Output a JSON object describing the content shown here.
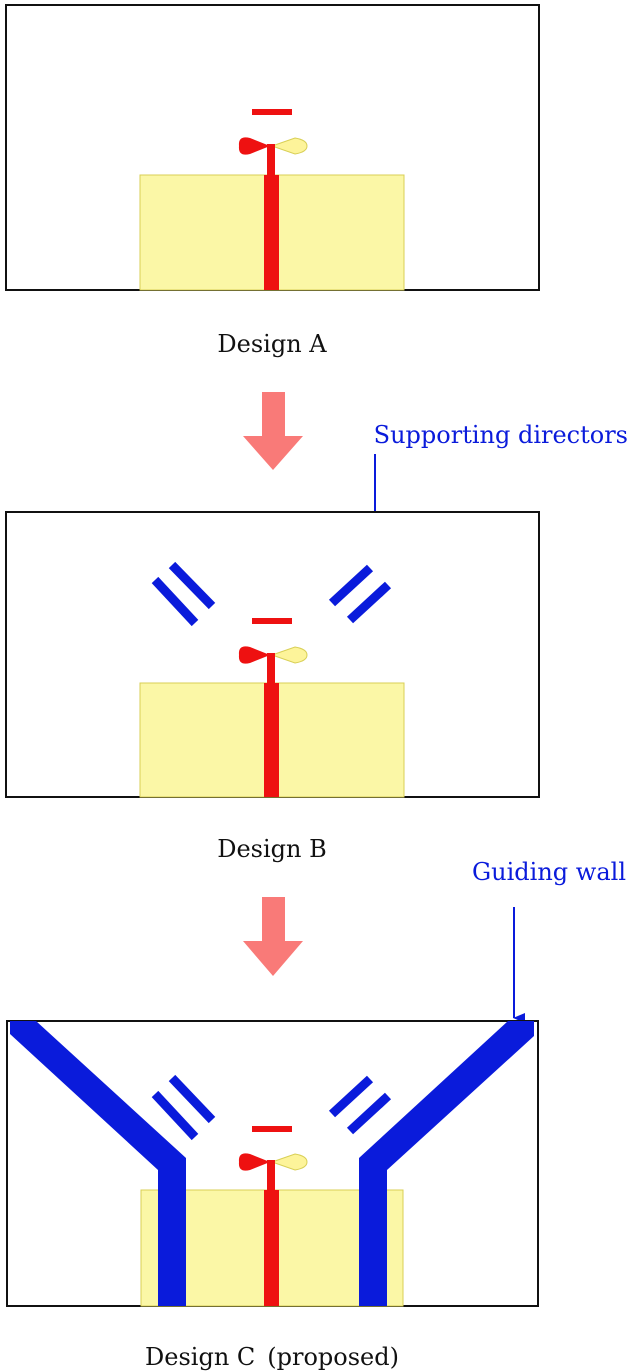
{
  "colors": {
    "feed_red": "#ee1111",
    "substrate_yellow": "#fbf7a6",
    "substrate_edge": "#d8cf55",
    "director_blue": "#0a1bdb",
    "arrow_pink": "#f97a78",
    "frame_black": "#111111",
    "lobe_yellow": "#fdf49a"
  },
  "labels": {
    "design_a": "Design A",
    "design_b": "Design B",
    "design_c": "Design C (proposed)",
    "supporting_directors": "Supporting directors",
    "guiding_wall": "Guiding wall"
  }
}
